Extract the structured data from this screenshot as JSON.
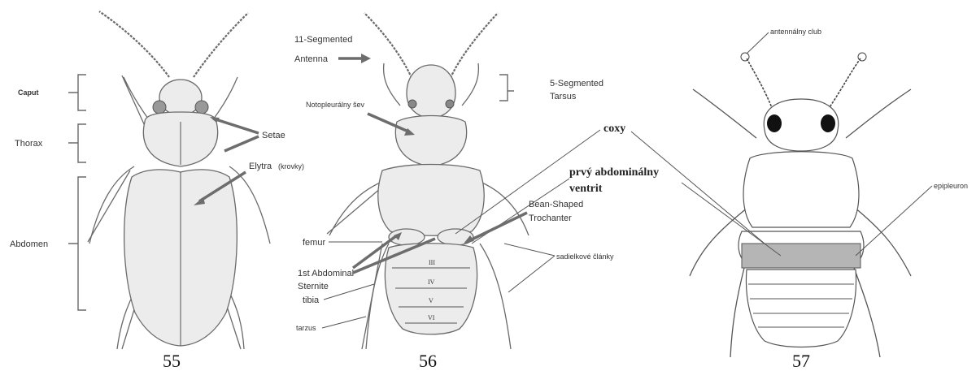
{
  "figure_55": {
    "number": "55",
    "labels": {
      "caput": "Caput",
      "thorax": "Thorax",
      "abdomen": "Abdomen",
      "setae": "Setae",
      "elytra": "Elytra",
      "elytra_note": "(krovky)"
    }
  },
  "figure_56": {
    "number": "56",
    "labels": {
      "antenna_line1": "11-Segmented",
      "antenna_line2": "Antenna",
      "tarsus_line1": "5-Segmented",
      "tarsus_line2": "Tarsus",
      "notopleural": "Notopleurálny šev",
      "coxy": "coxy",
      "abdominal_line1": "prvý abdominálny",
      "abdominal_line2": "ventrit",
      "trochanter_line1": "Bean-Shaped",
      "trochanter_line2": "Trochanter",
      "femur": "femur",
      "sternite_line1": "1st Abdominal",
      "sternite_line2": "Sternite",
      "tibia": "tibia",
      "tarzus": "tarzus",
      "sadelkove": "sadielkové články",
      "segments": [
        "III",
        "IV",
        "V",
        "VI"
      ]
    }
  },
  "figure_57": {
    "number": "57",
    "labels": {
      "club": "antennálny club",
      "epipleuron": "epipleuron"
    }
  }
}
